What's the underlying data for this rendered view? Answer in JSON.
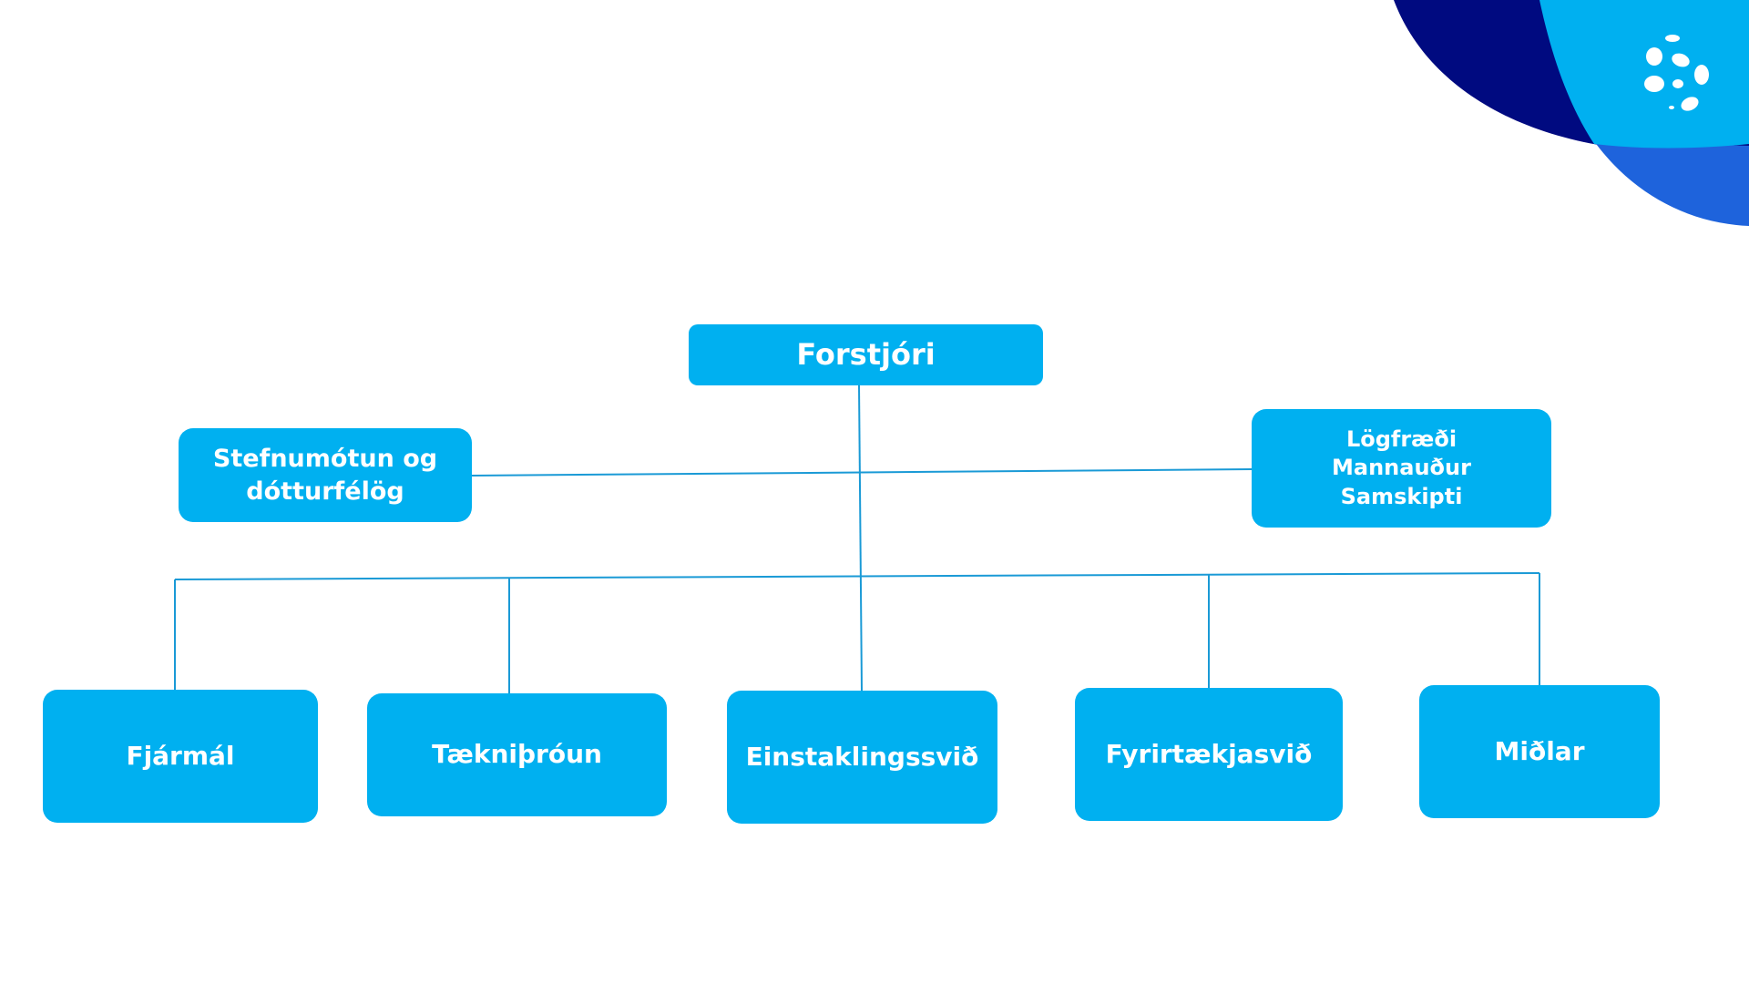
{
  "colors": {
    "box_fill": "#00b0f0",
    "box_text": "#ffffff",
    "connector": "#1a9ad6",
    "deco_navy": "#000a80",
    "deco_cyan": "#00b0f0",
    "deco_blue": "#1e63dc"
  },
  "icons": {
    "brand_logo": "circle-of-dots-logo"
  },
  "org": {
    "ceo": "Forstjóri",
    "staff_left": [
      "Stefnumótun og",
      "dótturfélög"
    ],
    "staff_right": [
      "Lögfræði",
      "Mannauður",
      "Samskipti"
    ],
    "divisions": [
      "Fjármál",
      "Tækniþróun",
      "Einstaklingssvið",
      "Fyrirtækjasvið",
      "Miðlar"
    ]
  }
}
